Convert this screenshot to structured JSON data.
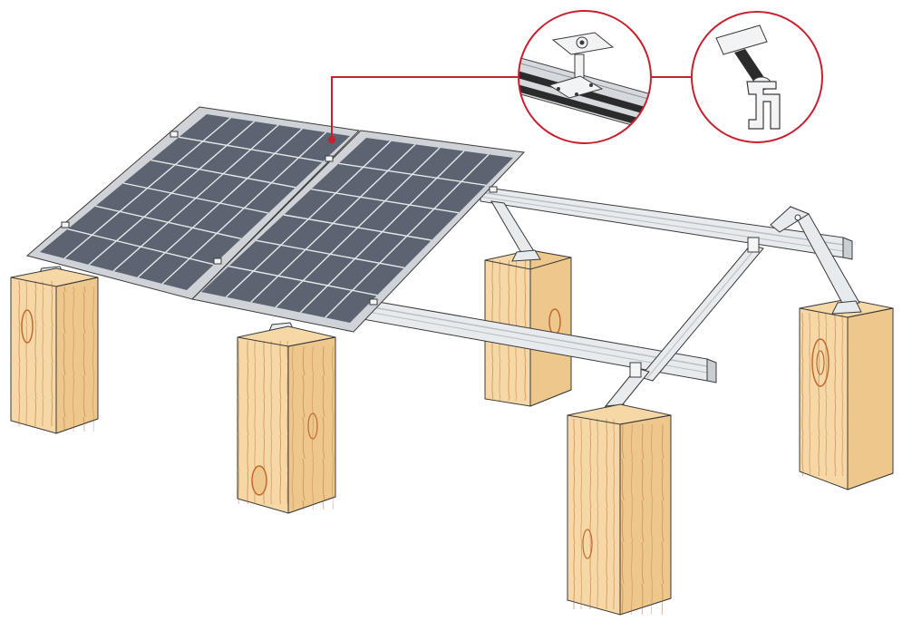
{
  "diagram": {
    "subject": "",
    "components": {
      "panels": [
        "solar-panel-left",
        "solar-panel-right"
      ],
      "rails": [
        "rail-back",
        "rail-front"
      ],
      "blocks": [
        "wood-block-front-left",
        "wood-block-front-mid",
        "wood-block-back-mid",
        "wood-block-front-right",
        "wood-block-back-right"
      ],
      "callouts": [
        "mid-clamp-detail",
        "rail-profile-detail"
      ]
    },
    "colors": {
      "panel_frame": "#cfd3d7",
      "panel_cell": "#5b6470",
      "panel_line": "#e6e9ec",
      "rail": "#e8ebee",
      "rail_shadow": "#b9bec4",
      "wood_light": "#f6d8a6",
      "wood_side": "#eec78c",
      "wood_grain": "#c06a2e",
      "callout_ring": "#c8202f",
      "outline": "#3a3a3a"
    }
  }
}
